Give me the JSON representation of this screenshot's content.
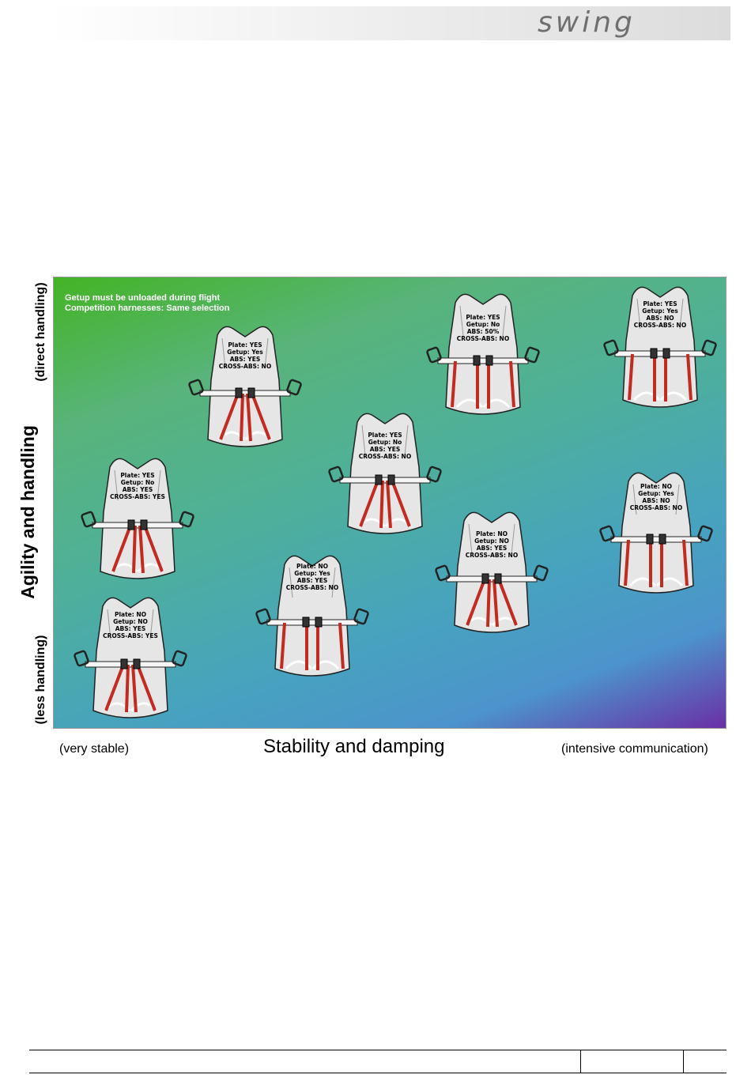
{
  "logo_text": "swing",
  "note": [
    "Getup must be unloaded during flight",
    "Competition harnesses: Same selection"
  ],
  "axes": {
    "y_main": "Agility and handling",
    "y_top": "(direct handling)",
    "y_bottom": "(less handling)",
    "x_left": "(very stable)",
    "x_main": "Stability and damping",
    "x_right": "(intensive communication)"
  },
  "harnesses": [
    {
      "lines": [
        "Plate: YES",
        "Getup: Yes",
        "ABS: YES",
        "CROSS-ABS: NO"
      ],
      "style": "cross"
    },
    {
      "lines": [
        "Plate: YES",
        "Getup: No",
        "ABS: 50%",
        "CROSS-ABS: NO"
      ],
      "style": "straight"
    },
    {
      "lines": [
        "Plate: YES",
        "Getup: Yes",
        "ABS: NO",
        "CROSS-ABS: NO"
      ],
      "style": "straight"
    },
    {
      "lines": [
        "Plate: YES",
        "Getup: No",
        "ABS: YES",
        "CROSS-ABS: NO"
      ],
      "style": "cross"
    },
    {
      "lines": [
        "Plate: YES",
        "Getup: No",
        "ABS: YES",
        "CROSS-ABS: YES"
      ],
      "style": "cross"
    },
    {
      "lines": [
        "Plate: NO",
        "Getup: Yes",
        "ABS: NO",
        "CROSS-ABS: NO"
      ],
      "style": "straight"
    },
    {
      "lines": [
        "Plate: NO",
        "Getup: NO",
        "ABS: YES",
        "CROSS-ABS: NO"
      ],
      "style": "cross"
    },
    {
      "lines": [
        "Plate: NO",
        "Getup: Yes",
        "ABS: YES",
        "CROSS-ABS: NO"
      ],
      "style": "straight"
    },
    {
      "lines": [
        "Plate: NO",
        "Getup: NO",
        "ABS: YES",
        "CROSS-ABS: YES"
      ],
      "style": "cross"
    }
  ],
  "colors": {
    "strap": "#c42b20",
    "seat": "#e6e6e6",
    "outline": "#222222"
  }
}
